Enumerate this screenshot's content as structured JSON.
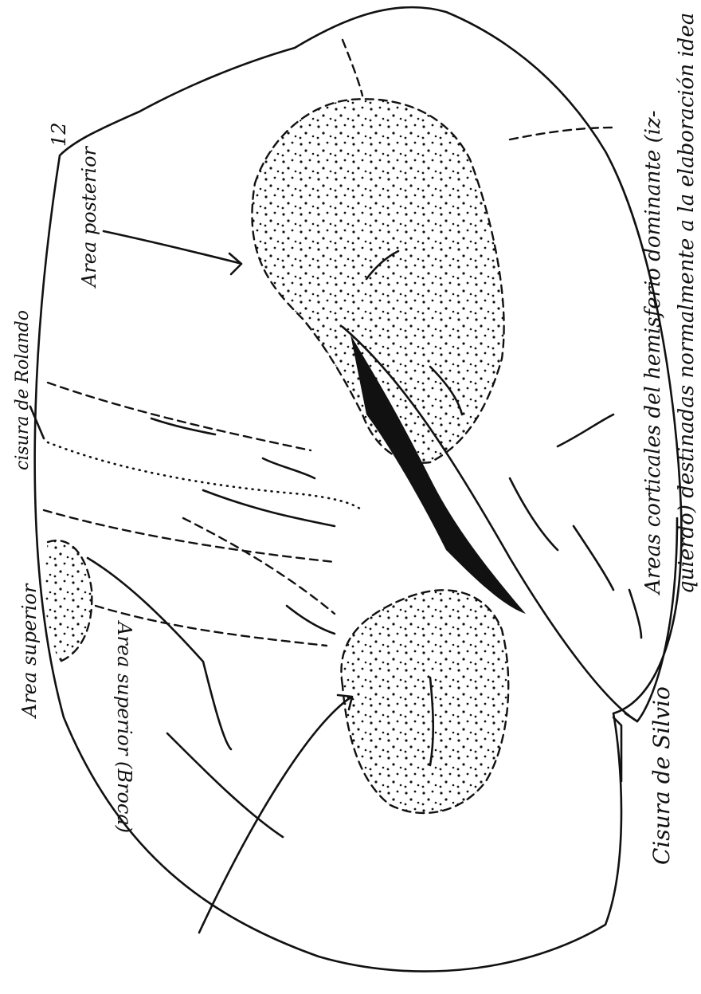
{
  "figure": {
    "page_number": "12",
    "labels": {
      "area_posterior": "Area posterior",
      "cisura_rolando": "cisura de Rolando",
      "area_superior": "Area superior",
      "area_anterior_broca": "Area superior (Broca)",
      "cisura_silvio": "Cisura de Silvio"
    },
    "caption_line1": "Areas corticales del hemisferio dominante (iz-",
    "caption_line2": "quierdo) destinadas normalmente a la elaboración idea"
  },
  "colors": {
    "ink": "#111111",
    "paper": "#ffffff"
  }
}
